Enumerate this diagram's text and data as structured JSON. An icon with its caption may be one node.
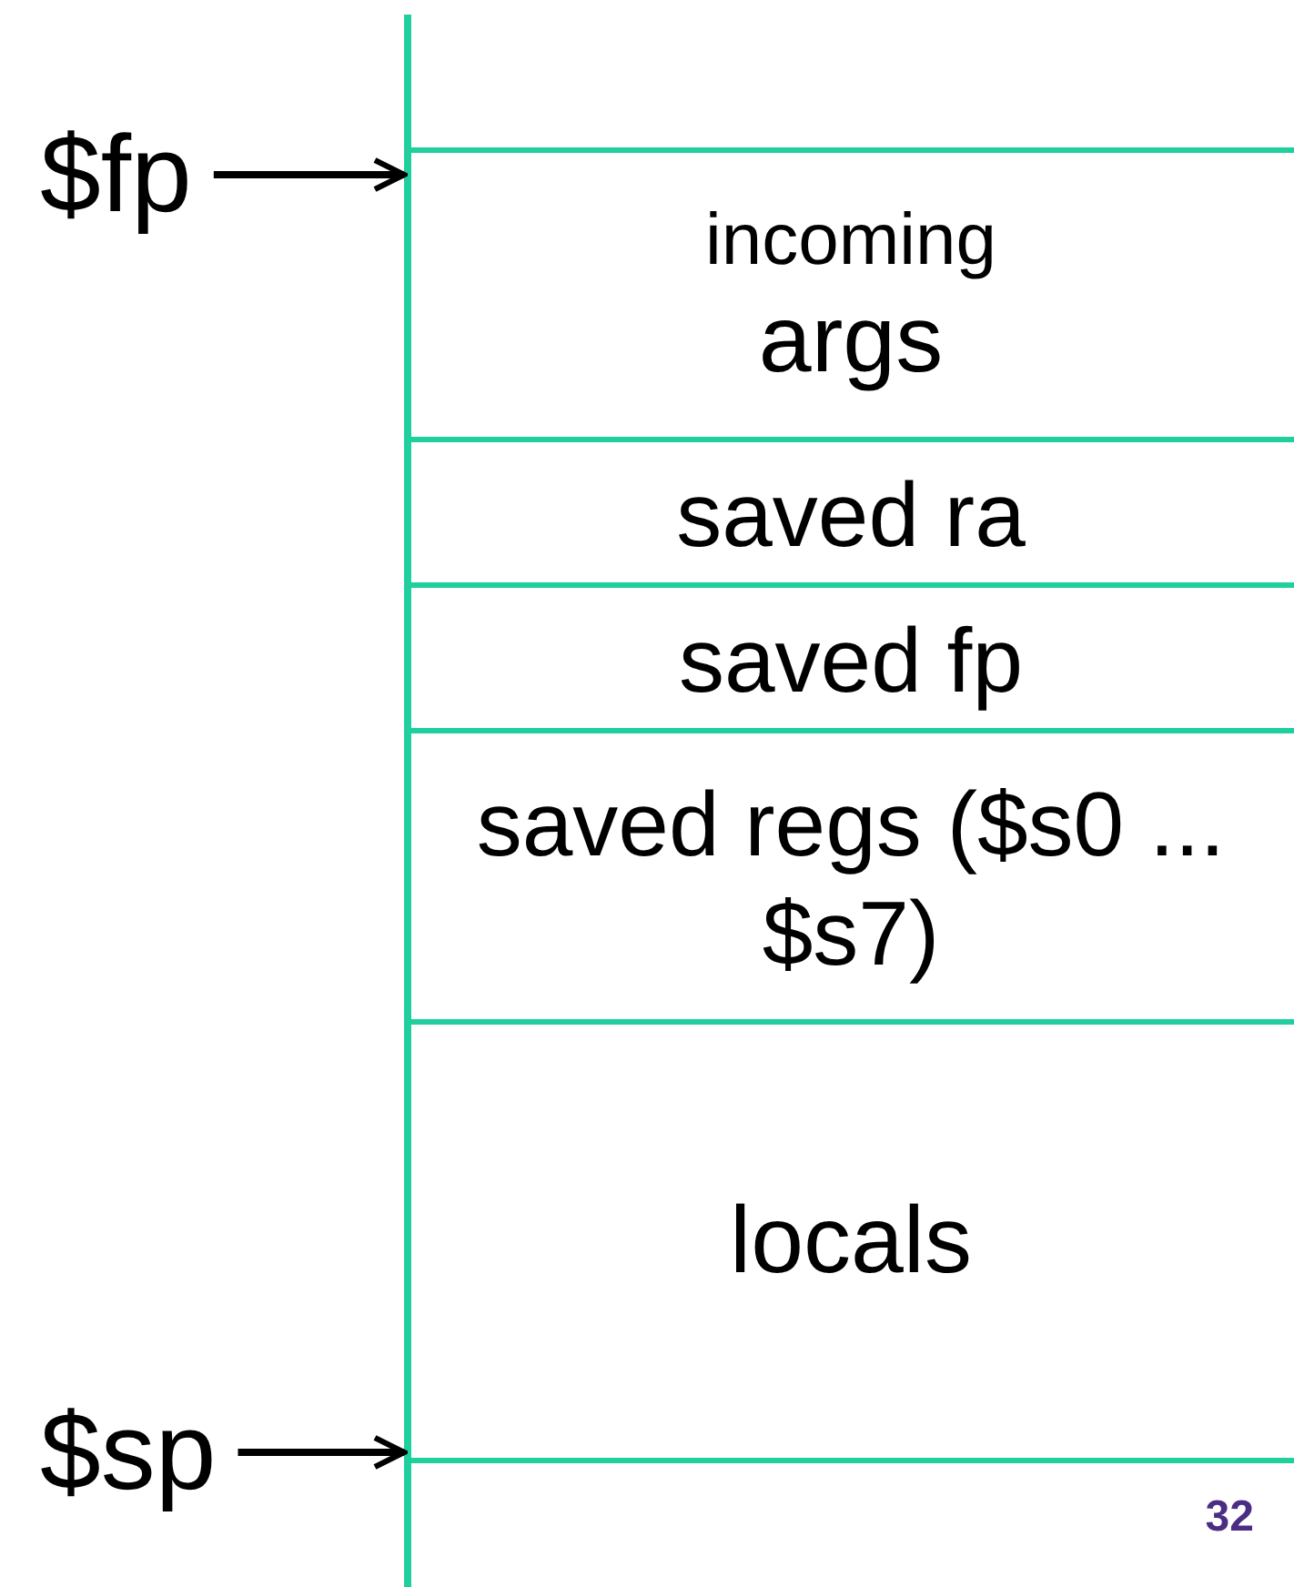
{
  "diagram": {
    "nodes": [
      {
        "text": [
          "$fp"
        ]
      },
      {
        "text": [
          "incoming",
          "args"
        ]
      },
      {
        "text": [
          "saved ra"
        ]
      },
      {
        "text": [
          "saved fp"
        ]
      },
      {
        "text": [
          "saved regs ($s0 ... $s7)"
        ]
      },
      {
        "text": [
          "locals"
        ]
      },
      {
        "text": [
          "$sp"
        ]
      }
    ],
    "edges": [
      {
        "from": 0,
        "to": 1,
        "arrow": "to"
      },
      {
        "from": 6,
        "to": 5,
        "arrow": "to"
      }
    ],
    "labels": [
      "32"
    ]
  }
}
